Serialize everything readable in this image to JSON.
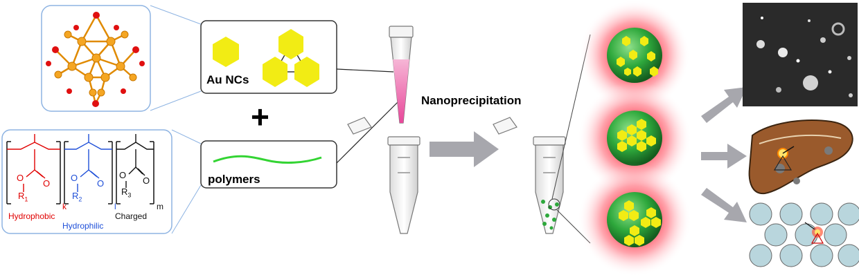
{
  "labels": {
    "au_ncs": "Au NCs",
    "polymers": "polymers",
    "plus": "+",
    "step": "Nanoprecipitation"
  },
  "polymer_structure": {
    "r1": "R",
    "r1_sub": "1",
    "r2": "R",
    "r2_sub": "2",
    "r3": "R",
    "r3_sub": "3",
    "o": "O",
    "k": "k",
    "l": "l",
    "m": "m",
    "hydrophobic": "Hydrophobic",
    "hydrophilic": "Hydrophilic",
    "charged": "Charged"
  },
  "colors": {
    "hexagon": "#f2ec14",
    "polymer_line": "#33d433",
    "particle_green": "#2ea83c",
    "glow_red": "#ff3040",
    "arrow_gray": "#a7a7ad",
    "pink_solution": "#e8479a",
    "au_atom": "#f5a623",
    "ligand_atom": "#e01010",
    "hydrophobic_red": "#e00000",
    "hydrophilic_blue": "#1e4fd8",
    "liver_brown": "#9a5a2c",
    "cell_blue": "#b9d6dd"
  }
}
